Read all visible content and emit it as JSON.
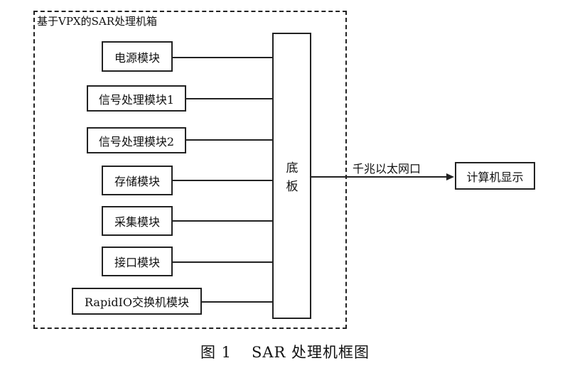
{
  "container": {
    "title": "基于VPX的SAR处理机箱"
  },
  "modules": [
    {
      "label": "电源模块"
    },
    {
      "label": "信号处理模块1"
    },
    {
      "label": "信号处理模块2"
    },
    {
      "label": "存储模块"
    },
    {
      "label": "采集模块"
    },
    {
      "label": "接口模块"
    },
    {
      "label": "RapidIO交换机模块"
    }
  ],
  "backplane": {
    "label_line1": "底",
    "label_line2": "板"
  },
  "link": {
    "label": "千兆以太网口"
  },
  "display": {
    "label": "计算机显示"
  },
  "caption": {
    "figure": "图 1",
    "title": "SAR 处理机框图"
  }
}
